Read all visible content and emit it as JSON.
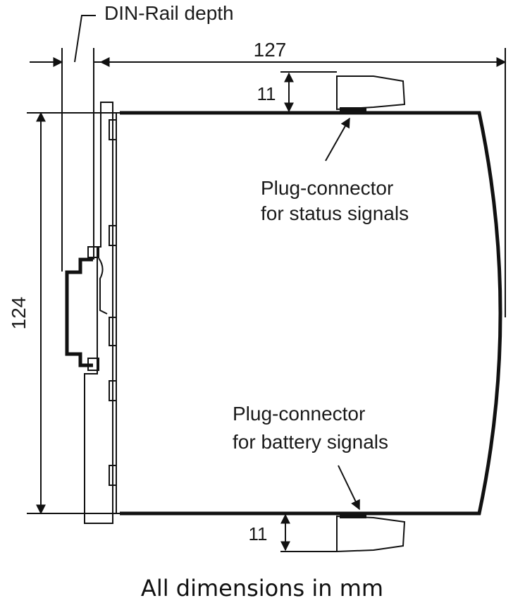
{
  "labels": {
    "din_rail": "DIN-Rail depth",
    "width_dim": "127",
    "height_dim": "124",
    "top_conn_dim": "11",
    "bottom_conn_dim": "11",
    "status_line1": "Plug-connector",
    "status_line2": "for status signals",
    "battery_line1": "Plug-connector",
    "battery_line2": "for battery signals",
    "footer": "All dimensions in mm"
  }
}
